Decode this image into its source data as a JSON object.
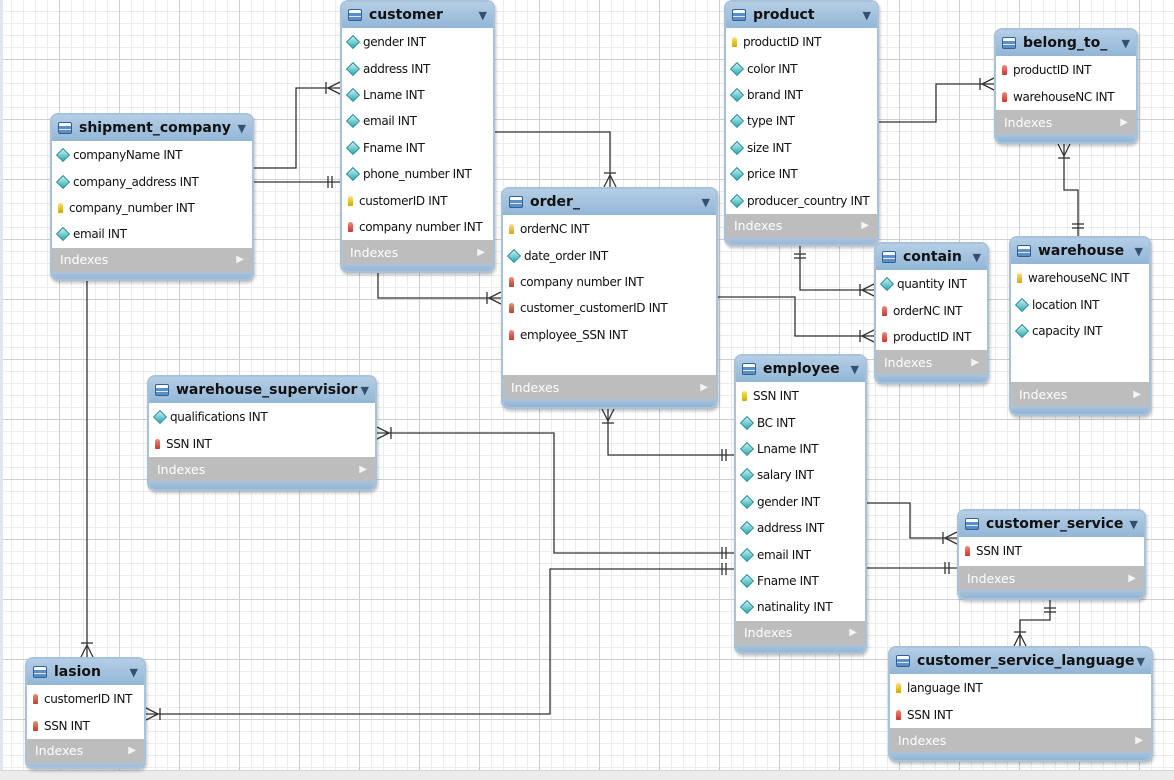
{
  "tables": [
    {
      "id": "customer",
      "title": "customer",
      "columns": [
        {
          "icon": "attribute-icon",
          "text": "gender INT"
        },
        {
          "icon": "attribute-icon",
          "text": "address INT"
        },
        {
          "icon": "attribute-icon",
          "text": "Lname INT"
        },
        {
          "icon": "attribute-icon",
          "text": "email INT"
        },
        {
          "icon": "attribute-icon",
          "text": "Fname INT"
        },
        {
          "icon": "attribute-icon",
          "text": "phone_number INT"
        },
        {
          "icon": "primary-key-icon",
          "text": "customerID INT"
        },
        {
          "icon": "foreign-key-icon",
          "text": "company number INT"
        }
      ],
      "indexes_label": "Indexes"
    },
    {
      "id": "product",
      "title": "product",
      "columns": [
        {
          "icon": "primary-key-icon",
          "text": "productID INT"
        },
        {
          "icon": "attribute-icon",
          "text": "color INT"
        },
        {
          "icon": "attribute-icon",
          "text": "brand INT"
        },
        {
          "icon": "attribute-icon",
          "text": "type INT"
        },
        {
          "icon": "attribute-icon",
          "text": "size INT"
        },
        {
          "icon": "attribute-icon",
          "text": "price INT"
        },
        {
          "icon": "attribute-icon",
          "text": "producer_country INT"
        }
      ],
      "indexes_label": "Indexes"
    },
    {
      "id": "belong_to",
      "title": "belong_to_",
      "columns": [
        {
          "icon": "foreign-key-icon",
          "text": "productID INT"
        },
        {
          "icon": "foreign-key-icon",
          "text": "warehouseNC INT"
        }
      ],
      "indexes_label": "Indexes"
    },
    {
      "id": "shipment_company",
      "title": "shipment_company",
      "columns": [
        {
          "icon": "attribute-icon",
          "text": "companyName INT"
        },
        {
          "icon": "attribute-icon",
          "text": "company_address INT"
        },
        {
          "icon": "primary-key-icon",
          "text": "company_number INT"
        },
        {
          "icon": "attribute-icon",
          "text": "email INT"
        }
      ],
      "indexes_label": "Indexes"
    },
    {
      "id": "order",
      "title": "order_",
      "columns": [
        {
          "icon": "primary-key-icon",
          "text": "orderNC INT"
        },
        {
          "icon": "attribute-icon",
          "text": "date_order INT"
        },
        {
          "icon": "foreign-key-icon",
          "text": "company number INT"
        },
        {
          "icon": "foreign-key-icon",
          "text": "customer_customerID INT"
        },
        {
          "icon": "foreign-key-icon",
          "text": "employee_SSN INT"
        }
      ],
      "indexes_label": "Indexes"
    },
    {
      "id": "contain",
      "title": "contain",
      "columns": [
        {
          "icon": "attribute-icon",
          "text": "quantity INT"
        },
        {
          "icon": "foreign-key-icon",
          "text": "orderNC INT"
        },
        {
          "icon": "foreign-key-icon",
          "text": "productID INT"
        }
      ],
      "indexes_label": "Indexes"
    },
    {
      "id": "warehouse",
      "title": "warehouse",
      "columns": [
        {
          "icon": "primary-key-icon",
          "text": "warehouseNC INT"
        },
        {
          "icon": "attribute-icon",
          "text": "location INT"
        },
        {
          "icon": "attribute-icon",
          "text": "capacity INT"
        }
      ],
      "indexes_label": "Indexes"
    },
    {
      "id": "employee",
      "title": "employee",
      "columns": [
        {
          "icon": "primary-key-icon",
          "text": "SSN INT"
        },
        {
          "icon": "attribute-icon",
          "text": "BC INT"
        },
        {
          "icon": "attribute-icon",
          "text": "Lname INT"
        },
        {
          "icon": "attribute-icon",
          "text": "salary INT"
        },
        {
          "icon": "attribute-icon",
          "text": "gender INT"
        },
        {
          "icon": "attribute-icon",
          "text": "address INT"
        },
        {
          "icon": "attribute-icon",
          "text": "email INT"
        },
        {
          "icon": "attribute-icon",
          "text": "Fname INT"
        },
        {
          "icon": "attribute-icon",
          "text": "natinality INT"
        }
      ],
      "indexes_label": "Indexes"
    },
    {
      "id": "warehouse_supervisior",
      "title": "warehouse_supervisior",
      "columns": [
        {
          "icon": "attribute-icon",
          "text": "qualifications INT"
        },
        {
          "icon": "foreign-key-icon",
          "text": "SSN INT"
        }
      ],
      "indexes_label": "Indexes"
    },
    {
      "id": "customer_service",
      "title": "customer_service",
      "columns": [
        {
          "icon": "foreign-key-icon",
          "text": "SSN INT"
        }
      ],
      "indexes_label": "Indexes"
    },
    {
      "id": "customer_service_language",
      "title": "customer_service_language",
      "columns": [
        {
          "icon": "primary-key-icon",
          "text": "language INT"
        },
        {
          "icon": "foreign-key-icon",
          "text": "SSN INT"
        }
      ],
      "indexes_label": "Indexes"
    },
    {
      "id": "lasion",
      "title": "lasion",
      "columns": [
        {
          "icon": "foreign-key-icon",
          "text": "customerID INT"
        },
        {
          "icon": "foreign-key-icon",
          "text": "SSN INT"
        }
      ],
      "indexes_label": "Indexes"
    }
  ],
  "relationships": [
    {
      "from": "shipment_company",
      "to": "customer",
      "from_end": "one",
      "to_end": "many"
    },
    {
      "from": "shipment_company",
      "to": "customer",
      "from_end": "one",
      "to_end": "one"
    },
    {
      "from": "shipment_company",
      "to": "lasion",
      "from_end": "none",
      "to_end": "many"
    },
    {
      "from": "customer",
      "to": "order",
      "from_end": "one",
      "to_end": "many"
    },
    {
      "from": "customer",
      "to": "order",
      "from_end": "none",
      "to_end": "many"
    },
    {
      "from": "product",
      "to": "belong_to",
      "from_end": "one",
      "to_end": "many"
    },
    {
      "from": "belong_to",
      "to": "warehouse",
      "from_end": "many",
      "to_end": "one"
    },
    {
      "from": "product",
      "to": "contain",
      "from_end": "one",
      "to_end": "many"
    },
    {
      "from": "order",
      "to": "contain",
      "from_end": "one",
      "to_end": "many"
    },
    {
      "from": "order",
      "to": "employee",
      "from_end": "many",
      "to_end": "one"
    },
    {
      "from": "warehouse_supervisior",
      "to": "employee",
      "from_end": "many",
      "to_end": "one"
    },
    {
      "from": "employee",
      "to": "customer_service",
      "from_end": "one",
      "to_end": "many"
    },
    {
      "from": "employee",
      "to": "customer_service",
      "from_end": "none",
      "to_end": "one"
    },
    {
      "from": "customer_service",
      "to": "customer_service_language",
      "from_end": "one",
      "to_end": "many"
    },
    {
      "from": "lasion",
      "to": "employee",
      "from_end": "many",
      "to_end": "one"
    }
  ]
}
